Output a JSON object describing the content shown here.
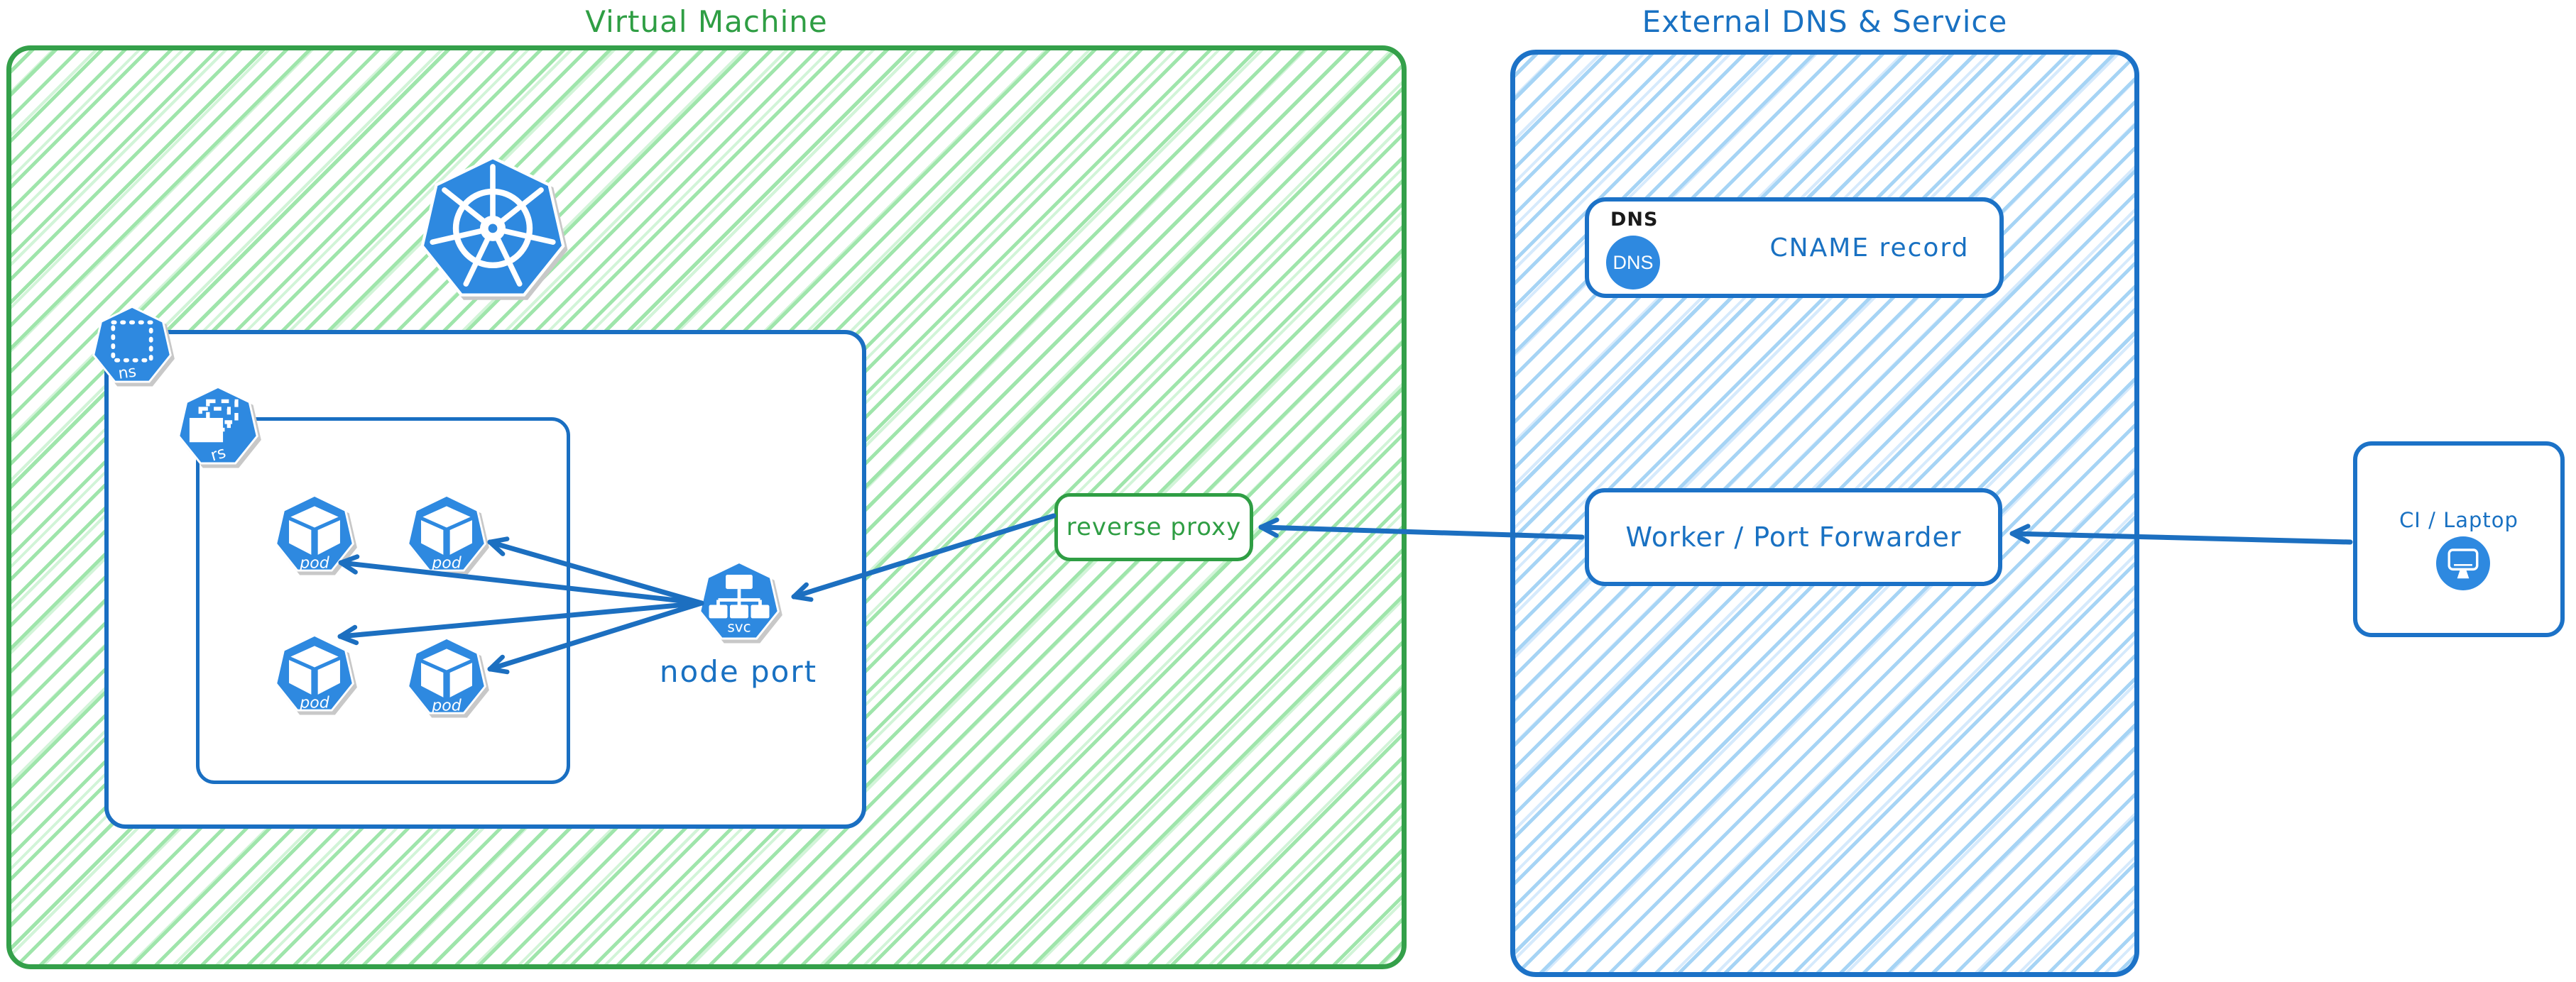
{
  "groups": {
    "vm": {
      "title": "Virtual Machine"
    },
    "external": {
      "title": "External DNS & Service"
    }
  },
  "k8s": {
    "namespace_label": "ns",
    "replicaset_label": "rs",
    "pod_label": "pod",
    "service_label": "svc",
    "service_caption": "node port"
  },
  "nodes": {
    "reverse_proxy": {
      "label": "reverse proxy"
    },
    "dns": {
      "header": "DNS",
      "badge": "DNS",
      "record": "CNAME record"
    },
    "worker": {
      "label": "Worker / Port Forwarder"
    },
    "ci": {
      "label": "CI / Laptop"
    }
  },
  "colors": {
    "green_border": "#2f9e44",
    "green_hatch": "#9fe5ab",
    "blue_border": "#1c72c7",
    "blue_text": "#1971c2",
    "blue_hatch": "#a6d4f5",
    "icon_blue": "#2e89e0",
    "arrow_blue": "#1c6fc0",
    "dns_header_text": "#1a1a1a",
    "icon_shadow": "#c8c8c8"
  },
  "edges": [
    {
      "from": "ci-laptop",
      "to": "worker-port-forwarder"
    },
    {
      "from": "worker-port-forwarder",
      "to": "reverse-proxy"
    },
    {
      "from": "reverse-proxy",
      "to": "node-port-service"
    },
    {
      "from": "node-port-service",
      "to": "pod-1"
    },
    {
      "from": "node-port-service",
      "to": "pod-2"
    },
    {
      "from": "node-port-service",
      "to": "pod-3"
    },
    {
      "from": "node-port-service",
      "to": "pod-4"
    }
  ]
}
